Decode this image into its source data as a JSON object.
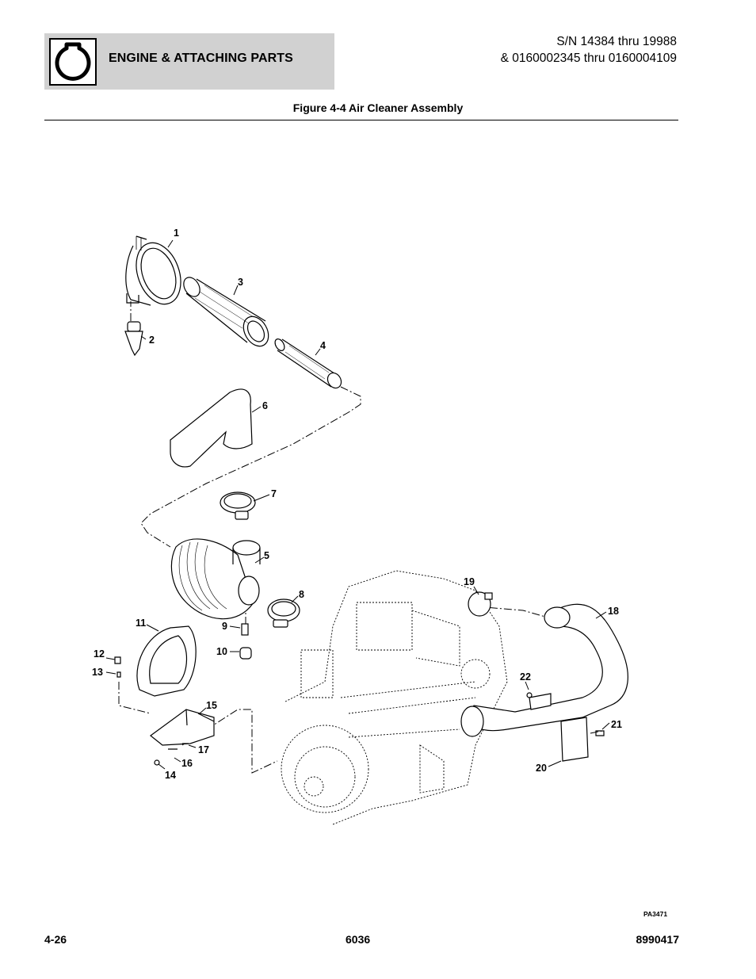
{
  "header": {
    "section_title": "ENGINE & ATTACHING PARTS",
    "serial_line1": "S/N 14384 thru 19988",
    "serial_line2": "& 0160002345 thru 0160004109"
  },
  "figure": {
    "title": "Figure 4-4 Air Cleaner Assembly",
    "drawing_id": "PA3471",
    "callouts": {
      "c1": "1",
      "c2": "2",
      "c3": "3",
      "c4": "4",
      "c5": "5",
      "c6": "6",
      "c7": "7",
      "c8": "8",
      "c9": "9",
      "c10": "10",
      "c11": "11",
      "c12": "12",
      "c13": "13",
      "c14": "14",
      "c15": "15",
      "c16": "16",
      "c17": "17",
      "c18": "18",
      "c19": "19",
      "c20": "20",
      "c21": "21",
      "c22": "22"
    }
  },
  "footer": {
    "page": "4-26",
    "model": "6036",
    "part_number": "8990417"
  }
}
